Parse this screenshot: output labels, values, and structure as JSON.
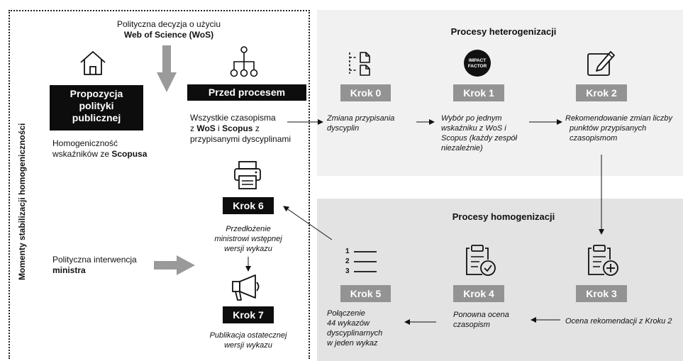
{
  "left": {
    "vertical_label": "Momenty stabilizacji homogeniczności",
    "decision_line1": "Polityczna decyzja o użyciu",
    "decision_line2": "Web of Science (WoS)",
    "policy_box": [
      "Propozycja",
      "polityki",
      "publicznej"
    ],
    "homog_text_1": "Homogeniczność",
    "homog_text_2a": "wskaźników ze ",
    "homog_text_2b": "Scopusa",
    "pre_box": "Przed procesem",
    "journals_1": "Wszystkie czasopisma",
    "journals_2a": "z ",
    "journals_2b": "WoS",
    "journals_2c": " i ",
    "journals_2d": "Scopus",
    "journals_2e": " z",
    "journals_3": "przypisanymi dyscyplinami",
    "intervention_1": "Polityczna interwencja",
    "intervention_2": "ministra",
    "step6_label": "Krok 6",
    "step6_desc": [
      "Przedłożenie",
      "ministrowi wstępnej",
      "wersji wykazu"
    ],
    "step7_label": "Krok 7",
    "step7_desc": [
      "Publikacja ostatecznej",
      "wersji wykazu"
    ]
  },
  "hetero": {
    "title": "Procesy heterogenizacji",
    "impact_icon_text": [
      "IMPACT",
      "FACTOR"
    ],
    "steps": [
      {
        "label": "Krok 0",
        "desc": [
          "Zmiana przypisania",
          "dyscyplin"
        ]
      },
      {
        "label": "Krok 1",
        "desc": [
          "Wybór po jednym",
          "wskaźniku z WoS i",
          "Scopus (każdy zespół",
          "niezależnie)"
        ]
      },
      {
        "label": "Krok 2",
        "desc": [
          "Rekomendowanie zmian liczby",
          "punktów przypisanych",
          "czasopismom"
        ]
      }
    ]
  },
  "homo": {
    "title": "Procesy homogenizacji",
    "list_numbers": [
      "1",
      "2",
      "3"
    ],
    "steps": [
      {
        "label": "Krok 5",
        "desc": [
          "Połączenie",
          "44 wykazów",
          "dyscyplinarnych",
          "w jeden wykaz"
        ]
      },
      {
        "label": "Krok 4",
        "desc": [
          "Ponowna ocena",
          "czasopism"
        ]
      },
      {
        "label": "Krok 3",
        "desc": [
          "Ocena rekomendacji z Kroku 2"
        ]
      }
    ]
  },
  "colors": {
    "black_box": "#0d0d0d",
    "gray_box": "#939393",
    "hetero_bg": "#f1f1f1",
    "homo_bg": "#e3e3e3",
    "big_arrow": "#9a9a9a"
  }
}
